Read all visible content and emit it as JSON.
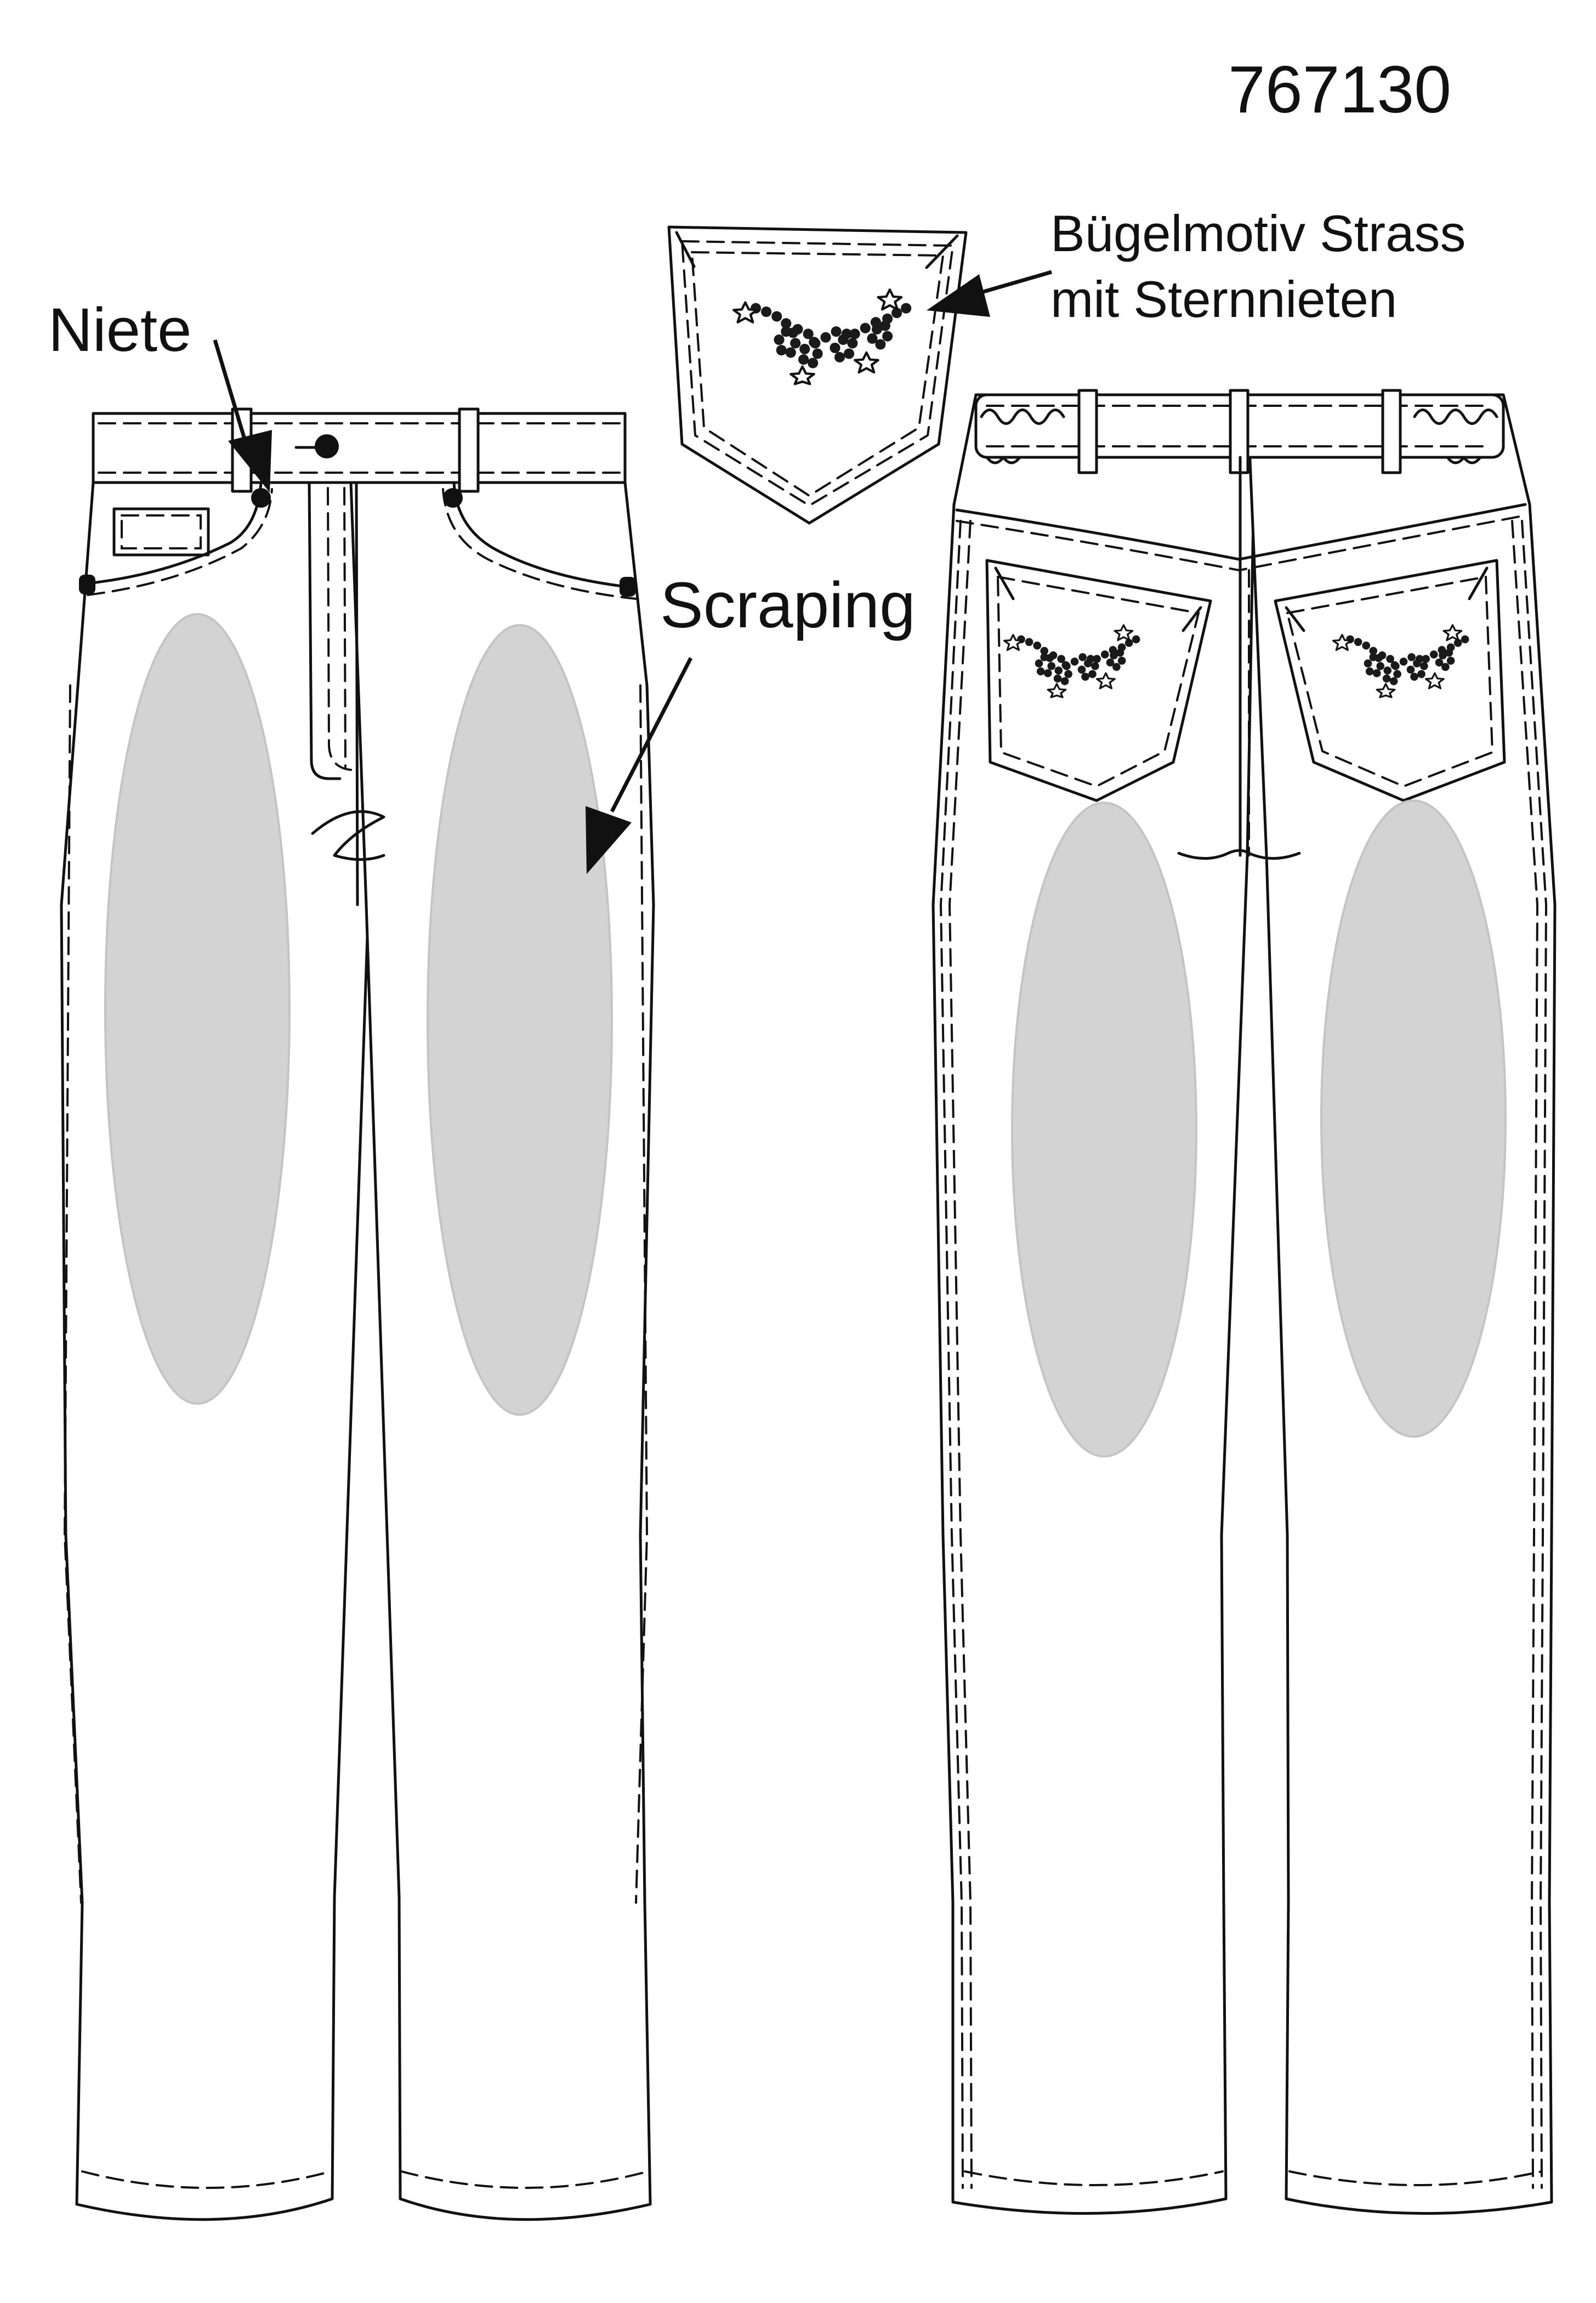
{
  "style_number": "767130",
  "callouts": {
    "rivet": "Niete",
    "scraping": "Scraping",
    "motif_line1": "Bügelmotiv Strass",
    "motif_line2": "mit Sternnieten"
  }
}
